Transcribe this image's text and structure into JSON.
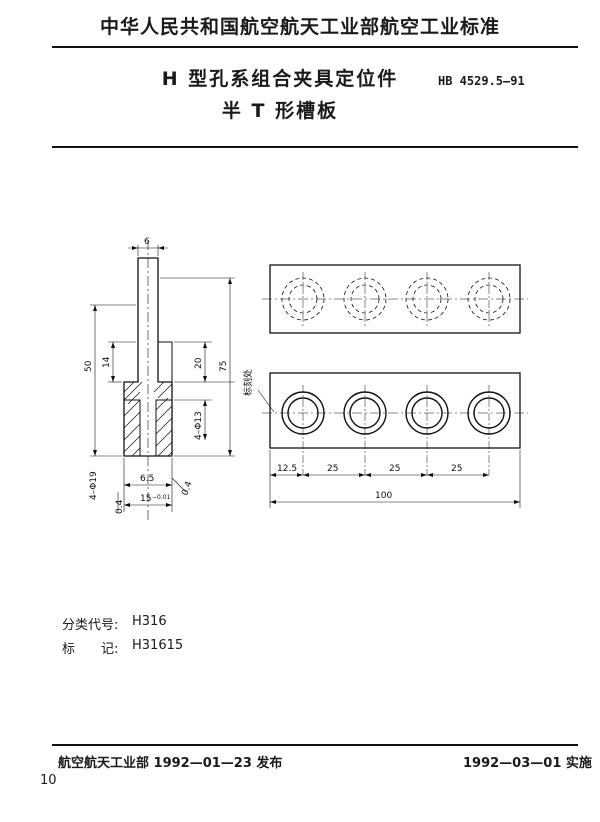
{
  "header": {
    "org": "中华人民共和国航空航天工业部航空工业标准",
    "title_line1": "H 型孔系组合夹具定位件",
    "title_line2": "半 T 形槽板",
    "standard_code": "HB 4529.5—91"
  },
  "drawing": {
    "side_view": {
      "dim_6": "6",
      "dim_50": "50",
      "dim_14": "14",
      "dim_20": "20",
      "dim_75": "75",
      "dim_hole_small": "4–Φ13",
      "dim_hole_large": "4–Φ19",
      "dim_65": "6.5",
      "dim_15": "15",
      "dim_15_tol": "−0.01",
      "dim_slope": "0.4",
      "dim_angle": "0.4"
    },
    "plan_view": {
      "marking_label": "标刻处",
      "dim_125": "12.5",
      "dim_25a": "25",
      "dim_25b": "25",
      "dim_25c": "25",
      "dim_100": "100"
    }
  },
  "classification": {
    "code_label": "分类代号:",
    "code_value": "H316",
    "mark_label": "标　　记:",
    "mark_value": "H31615"
  },
  "footer": {
    "issuer": "航空航天工业部 1992—01—23 发布",
    "effective": "1992—03—01 实施",
    "page_number": "10"
  }
}
